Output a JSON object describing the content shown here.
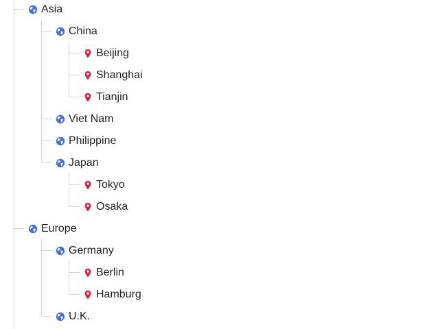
{
  "tree": {
    "nodes": [
      {
        "label": "Asia",
        "icon": "globe-icon",
        "level": 0
      },
      {
        "label": "China",
        "icon": "globe-icon",
        "level": 1
      },
      {
        "label": "Beijing",
        "icon": "map-pin-icon",
        "level": 2
      },
      {
        "label": "Shanghai",
        "icon": "map-pin-icon",
        "level": 2
      },
      {
        "label": "Tianjin",
        "icon": "map-pin-icon",
        "level": 2
      },
      {
        "label": "Viet Nam",
        "icon": "globe-icon",
        "level": 1
      },
      {
        "label": "Philippine",
        "icon": "globe-icon",
        "level": 1
      },
      {
        "label": "Japan",
        "icon": "globe-icon",
        "level": 1
      },
      {
        "label": "Tokyo",
        "icon": "map-pin-icon",
        "level": 2
      },
      {
        "label": "Osaka",
        "icon": "map-pin-icon",
        "level": 2
      },
      {
        "label": "Europe",
        "icon": "globe-icon",
        "level": 0
      },
      {
        "label": "Germany",
        "icon": "globe-icon",
        "level": 1
      },
      {
        "label": "Berlin",
        "icon": "map-pin-icon",
        "level": 2
      },
      {
        "label": "Hamburg",
        "icon": "map-pin-icon",
        "level": 2
      },
      {
        "label": "U.K.",
        "icon": "globe-icon",
        "level": 1
      }
    ]
  },
  "colors": {
    "globe": "#4a6fd4",
    "pin": "#d6213f",
    "guide_line": "#d3d3d3",
    "text": "#1f1f1f"
  }
}
